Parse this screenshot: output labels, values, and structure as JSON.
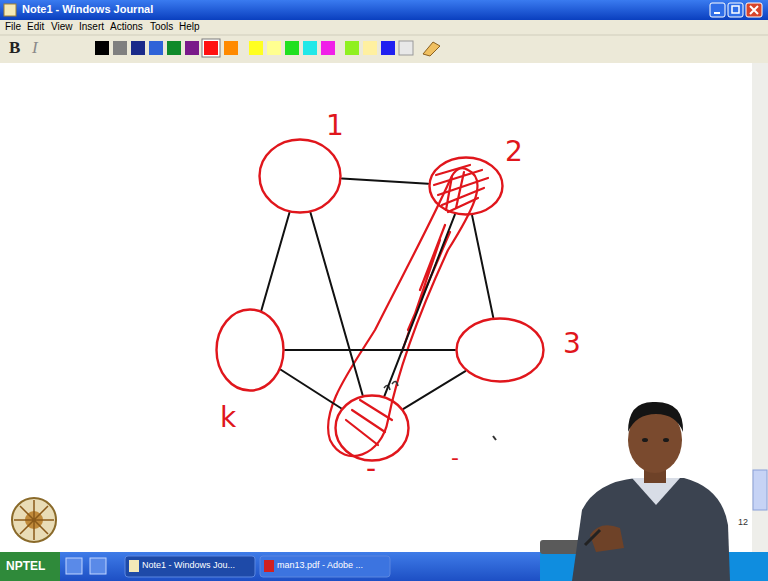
{
  "diagram": {
    "nodes": [
      {
        "text": [
          "1"
        ]
      },
      {
        "text": [
          "2"
        ]
      },
      {
        "text": [
          "3"
        ]
      },
      {
        "text": [
          "k"
        ]
      },
      {
        "text": [
          "-"
        ]
      }
    ],
    "edges": [
      {
        "from": 0,
        "to": 1,
        "arrow": "none"
      },
      {
        "from": 0,
        "to": 3,
        "arrow": "none"
      },
      {
        "from": 0,
        "to": 4,
        "arrow": "none"
      },
      {
        "from": 1,
        "to": 2,
        "arrow": "none"
      },
      {
        "from": 1,
        "to": 4,
        "arrow": "none"
      },
      {
        "from": 3,
        "to": 2,
        "arrow": "none"
      },
      {
        "from": 3,
        "to": 4,
        "arrow": "none"
      },
      {
        "from": 2,
        "to": 4,
        "arrow": "none"
      }
    ],
    "labels": [
      "Note1 - Windows Journal",
      "File",
      "Edit",
      "View",
      "Insert",
      "Actions",
      "Tools",
      "Help",
      "B",
      "I",
      "-",
      "12",
      "NPTEL",
      "Note1 - Windows Jou...",
      "man13.pdf - Adobe ..."
    ]
  }
}
